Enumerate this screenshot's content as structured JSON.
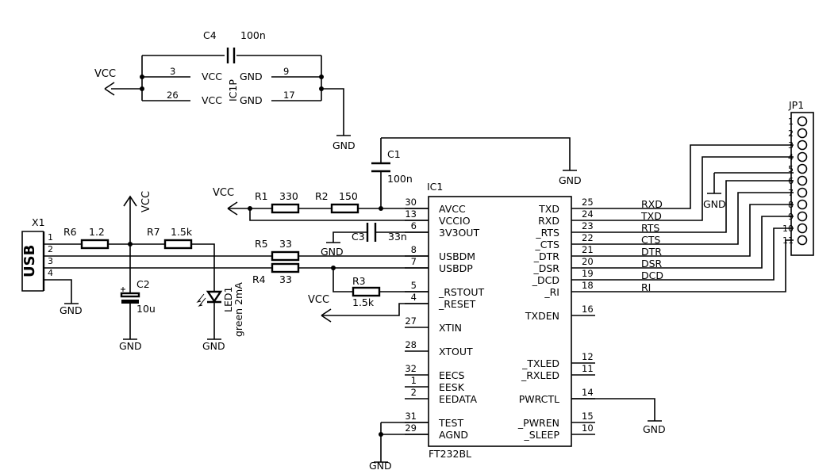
{
  "power_symbols": {
    "vcc": "VCC",
    "gnd": "GND"
  },
  "c4": {
    "name": "C4",
    "value": "100n"
  },
  "ic1p": {
    "name": "IC1P",
    "vcc": "VCC",
    "gnd": "GND",
    "pins": [
      "3",
      "26",
      "9",
      "17"
    ]
  },
  "c1": {
    "name": "C1",
    "value": "100n"
  },
  "c2": {
    "name": "C2",
    "value": "10u"
  },
  "c3": {
    "name": "C3",
    "value": "33n"
  },
  "r1": {
    "name": "R1",
    "value": "330"
  },
  "r2": {
    "name": "R2",
    "value": "150"
  },
  "r3": {
    "name": "R3",
    "value": "1.5k"
  },
  "r4": {
    "name": "R4",
    "value": "33"
  },
  "r5": {
    "name": "R5",
    "value": "33"
  },
  "r6": {
    "name": "R6",
    "value": "1.2"
  },
  "r7": {
    "name": "R7",
    "value": "1.5k"
  },
  "led1": {
    "name": "LED1",
    "value": "green 2mA"
  },
  "x1": {
    "name": "X1",
    "label": "USB",
    "pins": [
      "1",
      "2",
      "3",
      "4"
    ]
  },
  "ic1": {
    "name": "IC1",
    "part": "FT232BL",
    "left_pins": [
      {
        "num": "30",
        "label": "AVCC"
      },
      {
        "num": "13",
        "label": "VCCIO"
      },
      {
        "num": "6",
        "label": "3V3OUT"
      },
      {
        "num": "8",
        "label": "USBDM"
      },
      {
        "num": "7",
        "label": "USBDP"
      },
      {
        "num": "5",
        "label": "_RSTOUT"
      },
      {
        "num": "4",
        "label": "_RESET"
      },
      {
        "num": "27",
        "label": "XTIN"
      },
      {
        "num": "28",
        "label": "XTOUT"
      },
      {
        "num": "32",
        "label": "EECS"
      },
      {
        "num": "1",
        "label": "EESK"
      },
      {
        "num": "2",
        "label": "EEDATA"
      },
      {
        "num": "31",
        "label": "TEST"
      },
      {
        "num": "29",
        "label": "AGND"
      }
    ],
    "right_pins": [
      {
        "num": "25",
        "label": "TXD"
      },
      {
        "num": "24",
        "label": "RXD"
      },
      {
        "num": "23",
        "label": "_RTS"
      },
      {
        "num": "22",
        "label": "_CTS"
      },
      {
        "num": "21",
        "label": "_DTR"
      },
      {
        "num": "20",
        "label": "_DSR"
      },
      {
        "num": "19",
        "label": "_DCD"
      },
      {
        "num": "18",
        "label": "_RI"
      },
      {
        "num": "16",
        "label": "TXDEN"
      },
      {
        "num": "12",
        "label": "_TXLED"
      },
      {
        "num": "11",
        "label": "_RXLED"
      },
      {
        "num": "14",
        "label": "PWRCTL"
      },
      {
        "num": "15",
        "label": "_PWREN"
      },
      {
        "num": "10",
        "label": "_SLEEP"
      }
    ]
  },
  "nets": [
    "RXD",
    "TXD",
    "RTS",
    "CTS",
    "DTR",
    "DSR",
    "DCD",
    "RI"
  ],
  "jp1": {
    "name": "JP1",
    "pins": [
      "1",
      "2",
      "3",
      "4",
      "5",
      "6",
      "7",
      "8",
      "9",
      "10",
      "11"
    ]
  }
}
